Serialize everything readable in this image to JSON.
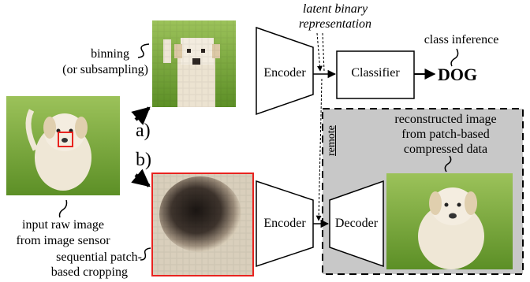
{
  "labels": {
    "latent_line1": "latent binary",
    "latent_line2": "representation",
    "class_inference": "class inference",
    "dog": "DOG",
    "binning_line1": "binning",
    "binning_line2": "(or subsampling)",
    "encoder_top": "Encoder",
    "classifier": "Classifier",
    "option_a": "a)",
    "option_b": "b)",
    "remote": "remote",
    "recon_line1": "reconstructed image",
    "recon_line2": "from patch-based",
    "recon_line3": "compressed data",
    "input_line1": "input raw image",
    "input_line2": "from image sensor",
    "encoder_bottom": "Encoder",
    "decoder": "Decoder",
    "crop_line1": "sequential patch-",
    "crop_line2": "based cropping"
  },
  "colors": {
    "remote_bg": "#c8c8c8",
    "crop_highlight": "#e8231f",
    "grass": "#7fae3a",
    "puppy": "#efe7d6"
  },
  "images": {
    "input": "puppy-photo",
    "binned": "pixelated-puppy-photo",
    "patch": "nose-patch-closeup",
    "reconstructed": "puppy-photo"
  }
}
